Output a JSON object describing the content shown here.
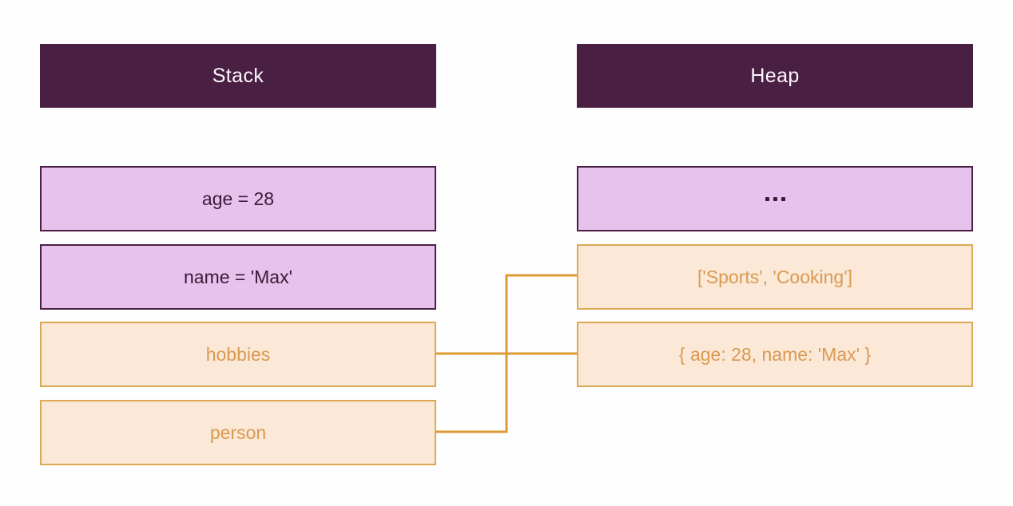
{
  "diagram": {
    "title_stack": "Stack",
    "title_heap": "Heap",
    "colors": {
      "header_bg": "#4a1f44",
      "header_text": "#fdf7fc",
      "primitive_fill": "#e6c2ec",
      "primitive_border": "#4a1f44",
      "primitive_text": "#3d1838",
      "reference_fill": "#fbe8d7",
      "reference_border": "#dda853",
      "reference_text": "#d99a52",
      "connector": "#dd9933",
      "background": "#fffefe"
    }
  },
  "stack": {
    "header": "Stack",
    "cells": [
      {
        "label": "age = 28",
        "kind": "primitive"
      },
      {
        "label": "name = 'Max'",
        "kind": "primitive"
      },
      {
        "label": "hobbies",
        "kind": "reference"
      },
      {
        "label": "person",
        "kind": "reference"
      }
    ]
  },
  "heap": {
    "header": "Heap",
    "cells": [
      {
        "label": "...",
        "kind": "primitive"
      },
      {
        "label": "['Sports', 'Cooking']",
        "kind": "reference"
      },
      {
        "label": "{ age: 28, name: 'Max' }",
        "kind": "reference"
      }
    ]
  },
  "connections": [
    {
      "from": "hobbies",
      "to": "['Sports', 'Cooking']"
    },
    {
      "from": "person",
      "to": "{ age: 28, name: 'Max' }"
    }
  ]
}
